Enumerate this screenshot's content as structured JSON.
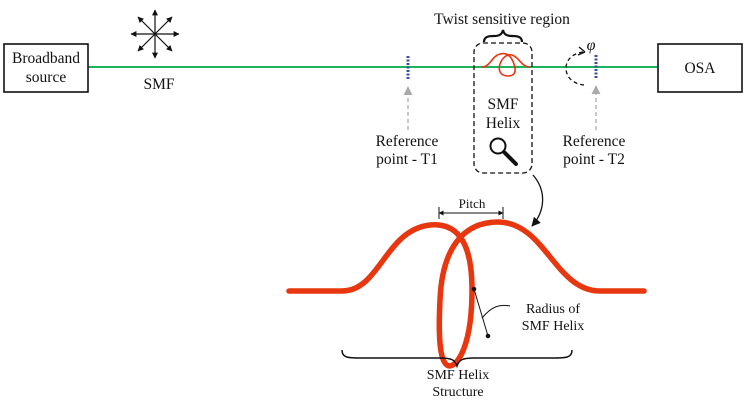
{
  "nodes": {
    "source": {
      "line1": "Broadband",
      "line2": "source"
    },
    "osa": "OSA"
  },
  "labels": {
    "smf": "SMF",
    "twist_region": "Twist sensitive region",
    "helix_box_line1": "SMF",
    "helix_box_line2": "Helix",
    "ref1_line1": "Reference",
    "ref1_line2": "point - T1",
    "ref2_line1": "Reference",
    "ref2_line2": "point - T2",
    "phi": "φ",
    "pitch": "Pitch",
    "radius_line1": "Radius of",
    "radius_line2": "SMF Helix",
    "structure_line1": "SMF Helix",
    "structure_line2": "Structure"
  },
  "colors": {
    "fiber": "#1db35c",
    "helix": "#e8360e",
    "reference_marker": "#3a4fa0",
    "reference_arrow": "#aaaaaa",
    "line": "#111111"
  },
  "icons": {
    "light_source": "starburst-arrows-icon",
    "zoom": "magnifier-icon",
    "rotation": "rotation-arrow-icon"
  }
}
